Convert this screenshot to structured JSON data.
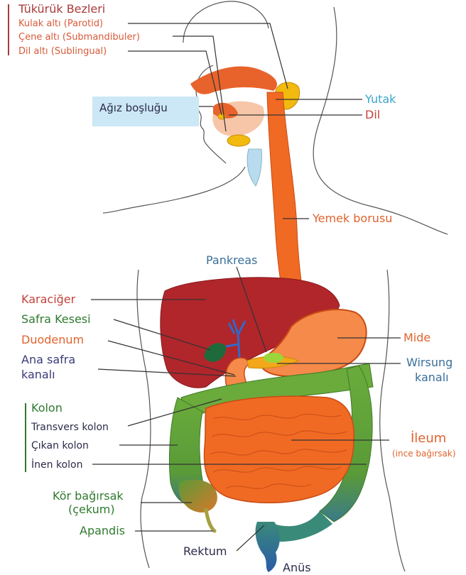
{
  "colors": {
    "salivary": "#a93a3a",
    "mouth": "#d85a3a",
    "teal": "#3aa6c8",
    "red": "#c2423a",
    "orange": "#e0632e",
    "blue": "#3a6f9a",
    "green": "#2f7a2f",
    "darkblue": "#3a3a7a",
    "dark": "#2b2b4a"
  },
  "labels": {
    "salivary_title": "Tükürük Bezleri",
    "parotid": "Kulak altı (Parotid)",
    "submandibular": "Çene altı (Submandibuler)",
    "sublingual": "Dil altı (Sublingual)",
    "mouth": "Ağız boşluğu",
    "pharynx": "Yutak",
    "tongue": "Dil",
    "esophagus": "Yemek borusu",
    "pancreas": "Pankreas",
    "liver": "Karaciğer",
    "gallbladder": "Safra Kesesi",
    "duodenum": "Duodenum",
    "bile_duct_1": "Ana safra",
    "bile_duct_2": "kanalı",
    "stomach": "Mide",
    "wirsung_1": "Wirsung",
    "wirsung_2": "kanalı",
    "colon_title": "Kolon",
    "transverse": "Transvers kolon",
    "ascending": "Çıkan kolon",
    "descending": "İnen kolon",
    "ileum": "İleum",
    "ileum_sub": "(ince bağırsak)",
    "cecum_1": "Kör bağırsak",
    "cecum_2": "(çekum)",
    "appendix": "Apandis",
    "rectum": "Rektum",
    "anus": "Anüs"
  }
}
